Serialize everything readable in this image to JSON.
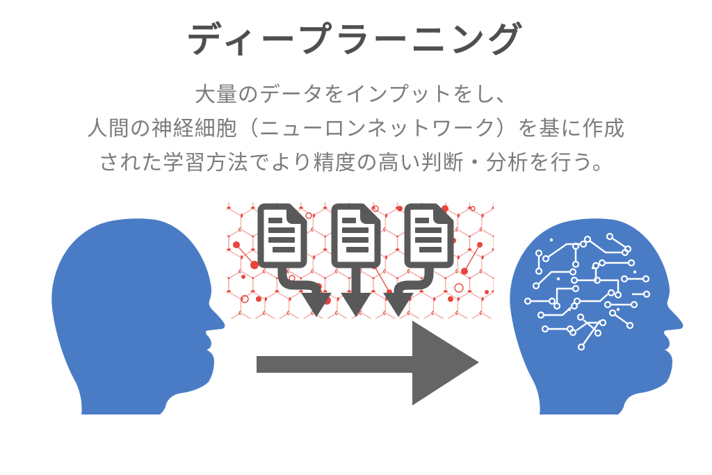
{
  "title": "ディープラーニング",
  "description": {
    "line1": "大量のデータをインプットをし、",
    "line2": "人間の神経細胞（ニューロンネットワーク）を基に作成",
    "line3": "された学習方法でより精度の高い判断・分析を行う。"
  },
  "diagram": {
    "left_figure": "human-head-silhouette",
    "right_figure": "human-head-with-circuit-brain",
    "document_icons_count": 3,
    "colors": {
      "head_blue": "#4a7cc6",
      "icon_gray": "#595959",
      "big_arrow_gray": "#656565",
      "network_red": "#e8453c",
      "network_red_light": "#f2aba5",
      "title_gray": "#4f4f4f",
      "body_text_gray": "#7c7c7c",
      "circuit_white": "#ffffff",
      "background": "#ffffff"
    }
  }
}
